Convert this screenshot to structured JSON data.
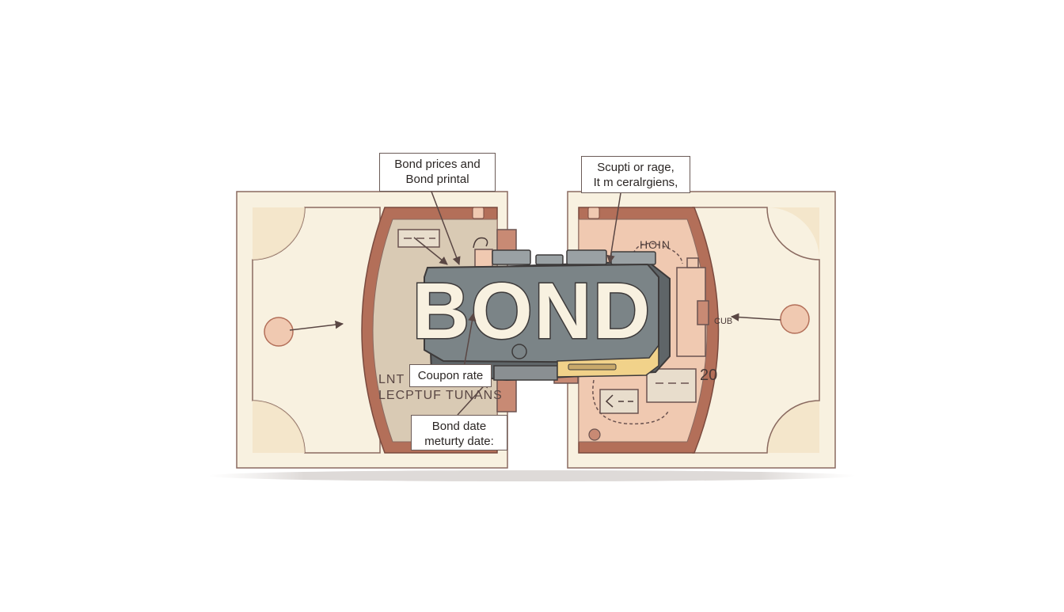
{
  "diagram": {
    "center_label": "BOND",
    "callouts": {
      "top_left": [
        "Bond prices and",
        "Bond printal"
      ],
      "top_right": [
        "Scupti or rage,",
        "It m ceralrgiens,"
      ],
      "coupon": "Coupon rate",
      "date": [
        "Bond date",
        "meturty date:"
      ]
    },
    "left_panel_text": [
      "LNT",
      "LECPTUF TUNANS"
    ],
    "right_panel_text": {
      "top": "HOIN",
      "side": "CUB",
      "number": "20"
    }
  },
  "colors": {
    "cream": "#f8f1e0",
    "parchment": "#d9cab4",
    "terracotta": "#b36f59",
    "peach": "#f0c9b1",
    "slate": "#7b8487",
    "gold": "#f1d28a",
    "outline": "#6b5350"
  }
}
